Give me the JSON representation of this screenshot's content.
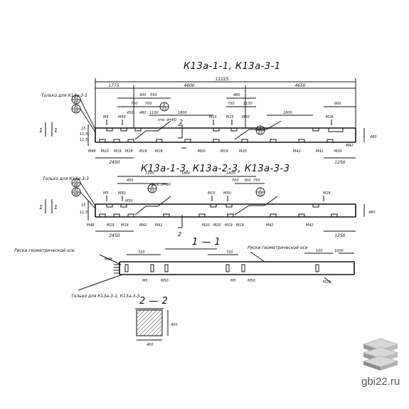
{
  "titles": {
    "elevation_1": "К13а-1-1, К13а-3-1",
    "elevation_2": "К13а-1-3, К13а-2-3, К13а-3-3",
    "section_1_1": "1 — 1",
    "section_2_2": "2 — 2"
  },
  "elevation_1": {
    "dims_top": {
      "overall": "11225",
      "left": "1775",
      "middle": "4800",
      "right": "4650"
    },
    "dims_upper": [
      "300",
      "550",
      "750",
      "700",
      "450",
      "480",
      "1100",
      "1800",
      "480",
      "1130",
      "750",
      "1800",
      "600"
    ],
    "note_only_for": "Только для К13а-3-1",
    "callouts": [
      {
        "top": "42",
        "bottom": "66"
      },
      {
        "top": "41",
        "bottom": "66"
      }
    ],
    "callout_mid": {
      "top": "8",
      "bottom": "53"
    },
    "callout_mid2": {
      "top": "8",
      "bottom": "53"
    },
    "hole_note": "отв. d=60",
    "marks_top": [
      "М5",
      "М50",
      "М15",
      "М15",
      "М50",
      "М16"
    ],
    "marks_bottom": [
      "М48",
      "М20",
      "М19",
      "М18",
      "М19",
      "М16",
      "М20",
      "М19",
      "М20",
      "М42",
      "М42",
      "М20",
      "М42"
    ],
    "dims_bottom": {
      "left": "2450",
      "right": "1250"
    },
    "left_dims": [
      "15",
      "11.5",
      "11.5"
    ],
    "height_right": "480",
    "section_mark": "2",
    "cut_mark": "1"
  },
  "elevation_2": {
    "dims_upper": [
      "450",
      "1100",
      "1800",
      "300",
      "1800",
      "700",
      "750"
    ],
    "note_only_for": "Только для К13а-3-3",
    "callouts": [
      {
        "top": "42",
        "bottom": "66"
      },
      {
        "top": "41",
        "bottom": "66"
      }
    ],
    "callout_mid": {
      "top": "8",
      "bottom": "53"
    },
    "callout_mid2": {
      "top": "1",
      "bottom": "53"
    },
    "hole_note": "отв. d=60",
    "marks_top": [
      "М5",
      "М50",
      "М50",
      "М15",
      "М50",
      "М16"
    ],
    "marks_bottom": [
      "М48",
      "М19",
      "М18",
      "М42",
      "М41",
      "М20",
      "М20",
      "М19",
      "М19",
      "М42",
      "М42"
    ],
    "dims_bottom": {
      "left": "2450",
      "right": "1250"
    },
    "left_dims": [
      "15",
      "11.5"
    ],
    "height_right": "480",
    "section_mark": "2",
    "cut_mark": "1"
  },
  "section_1_1": {
    "note_left": "Риски геометрической оси",
    "note_right": "Риски геометрической оси",
    "note_bottom": "Только для К13а-3-1, К13а-3-3",
    "dims": [
      "720",
      "720",
      "100",
      "1000"
    ],
    "marks": [
      "М48",
      "М5",
      "М50",
      "М5",
      "М50",
      "М16"
    ]
  },
  "section_2_2": {
    "width": "400",
    "height": "400"
  },
  "watermark": "gbi22.ru",
  "colors": {
    "ink": "#111111",
    "hatch": "#333333",
    "logo_light": "#cfcfcf",
    "logo_dark": "#8a8a8a"
  }
}
